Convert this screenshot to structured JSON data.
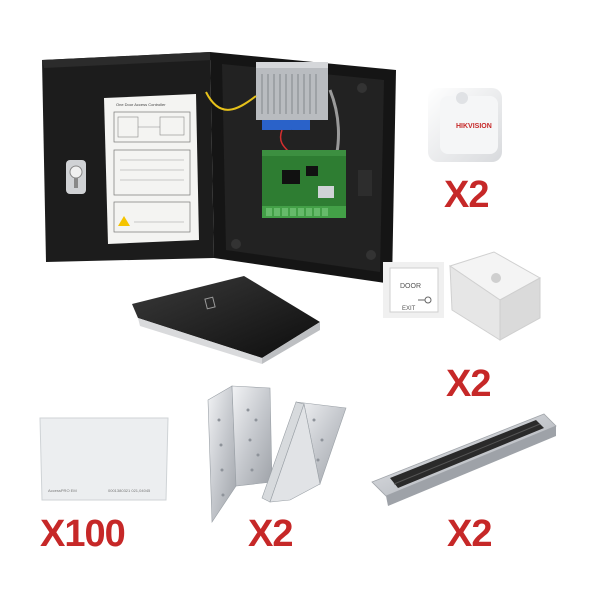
{
  "product": {
    "items": [
      {
        "name": "access-controller-cabinet",
        "quantity_label": ""
      },
      {
        "name": "desktop-card-enrollment-reader",
        "quantity_label": ""
      },
      {
        "name": "wall-card-reader",
        "quantity_label": "X2",
        "brand_text": "HIKVISION"
      },
      {
        "name": "exit-button",
        "quantity_label": "X2",
        "button_text_top": "DOOR",
        "button_text_bottom": "EXIT"
      },
      {
        "name": "proximity-card",
        "quantity_label": "X100",
        "card_text_left": "AccessPRO EM",
        "card_text_right": "0001380321 021,04045"
      },
      {
        "name": "zl-brackets",
        "quantity_label": "X2"
      },
      {
        "name": "magnetic-lock",
        "quantity_label": "X2"
      }
    ],
    "door_diagram_title": "One Door Access Controller"
  },
  "colors": {
    "quantity_red": "#c62828",
    "cabinet_black": "#1c1c1c",
    "pcb_green": "#2e7d32",
    "metal_silver": "#c9ccd0"
  }
}
